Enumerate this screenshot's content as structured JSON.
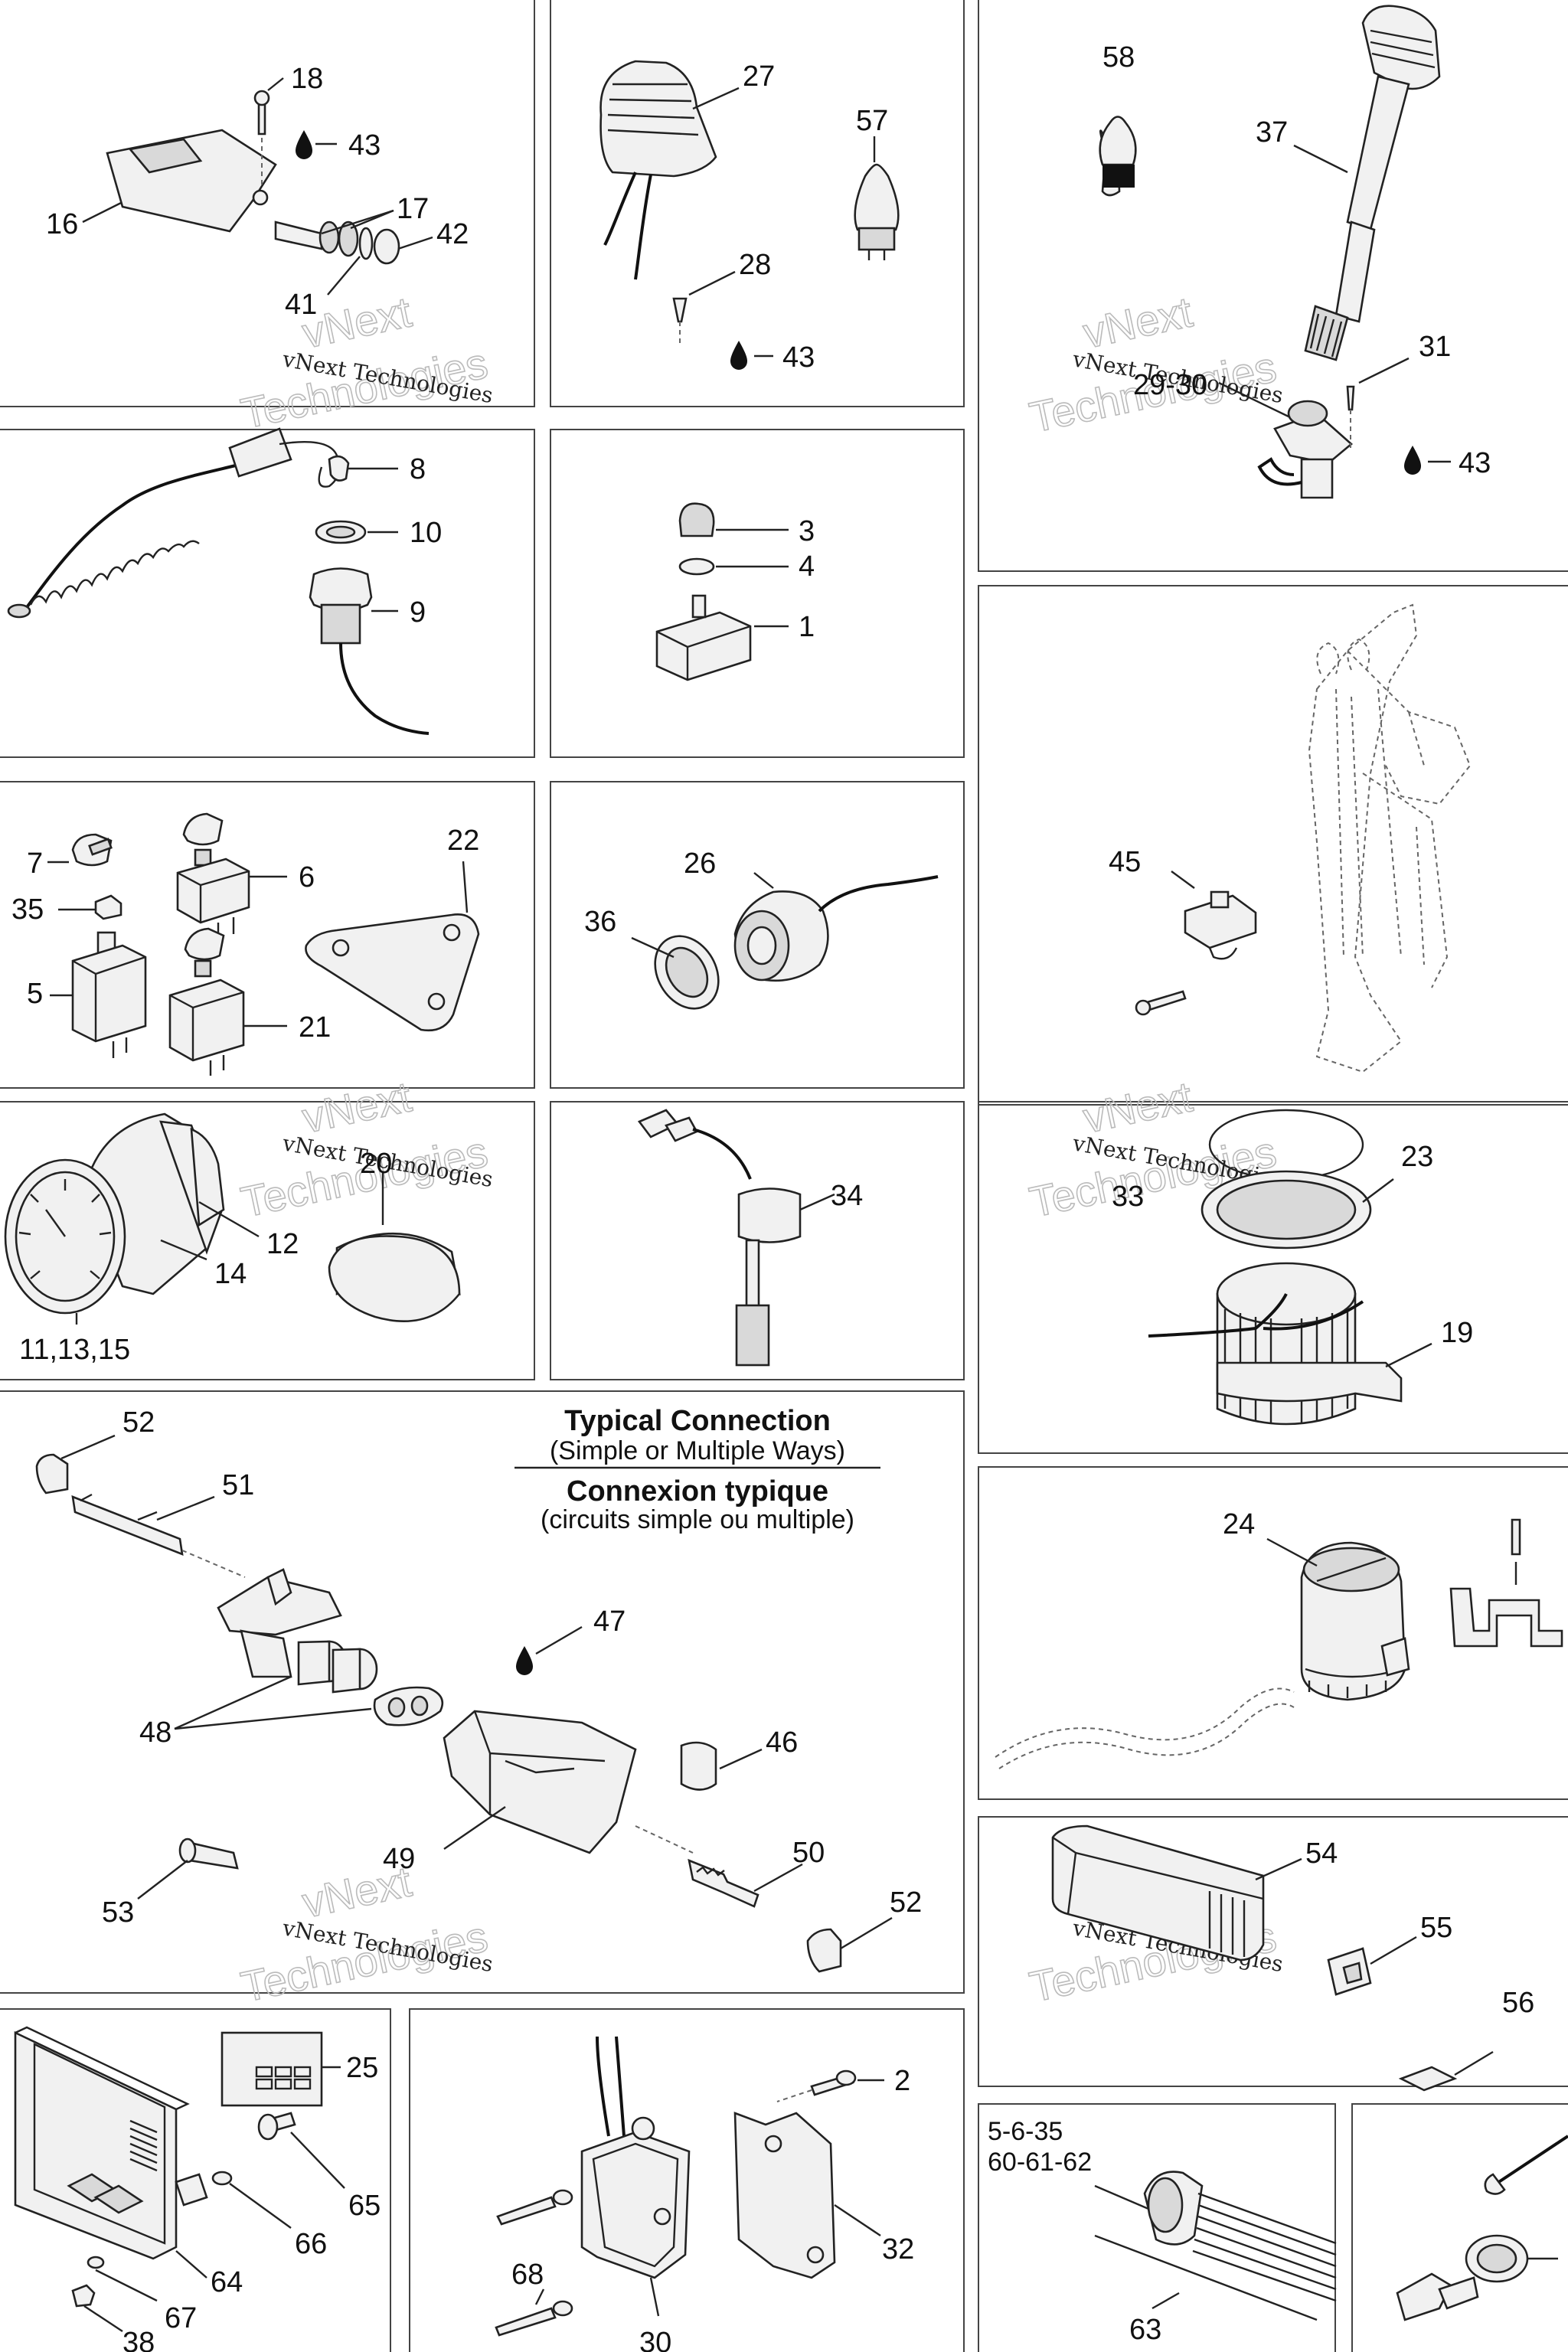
{
  "labels": {
    "p1": {
      "l18": "18",
      "l43": "43",
      "l16": "16",
      "l17": "17",
      "l42": "42",
      "l41": "41"
    },
    "p2": {
      "l27": "27",
      "l57": "57",
      "l28": "28",
      "l43": "43"
    },
    "p3": {
      "l58": "58",
      "l37": "37",
      "l31": "31",
      "l2930": "29-30",
      "l43": "43"
    },
    "p4": {
      "l8": "8",
      "l10": "10",
      "l9": "9"
    },
    "p5": {
      "l3": "3",
      "l4": "4",
      "l1": "1"
    },
    "p6": {
      "l45": "45"
    },
    "p7": {
      "l7": "7",
      "l6": "6",
      "l35": "35",
      "l22": "22",
      "l5": "5",
      "l21": "21"
    },
    "p8": {
      "l26": "26",
      "l36": "36"
    },
    "p9": {
      "l20": "20",
      "l12": "12",
      "l14": "14",
      "l111315": "11,13,15"
    },
    "p10": {
      "l34": "34"
    },
    "p11": {
      "l23": "23",
      "l33": "33",
      "l19": "19"
    },
    "p12": {
      "l52a": "52",
      "l51": "51",
      "l47": "47",
      "l48": "48",
      "l46": "46",
      "l49": "49",
      "l50": "50",
      "l53": "53",
      "l52b": "52"
    },
    "p13": {
      "l24": "24"
    },
    "p14": {
      "l54": "54",
      "l55": "55",
      "l56": "56"
    },
    "p15": {
      "l25": "25",
      "l65": "65",
      "l66": "66",
      "l64": "64",
      "l67": "67",
      "l38": "38"
    },
    "p16": {
      "l2": "2",
      "l32": "32",
      "l68": "68",
      "l30": "30"
    },
    "p17": {
      "l5635": "5-6-35",
      "l606162": "60-61-62",
      "l63": "63"
    }
  },
  "connection_box": {
    "title_en": "Typical Connection",
    "subtitle_en": "(Simple or Multiple Ways)",
    "title_fr": "Connexion typique",
    "subtitle_fr": "(circuits simple ou multiple)"
  },
  "watermark": {
    "line1": "vNext Technologies",
    "big1": "vNext",
    "big2": "Technologies"
  }
}
